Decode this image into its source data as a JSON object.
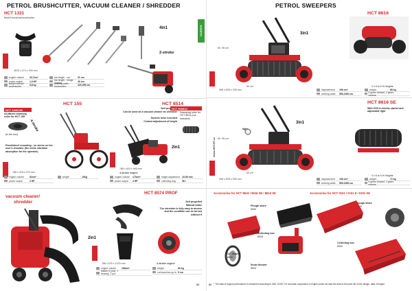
{
  "left": {
    "title": "PETROL BRUSHCUTTER, VACUUM CLEANER / SHREDDER",
    "model_1331": "HCT 1331",
    "sub_1331": "Multi-Functional brushcutter",
    "badge_4in1": "4in1",
    "label_2stroke": "2-stroke",
    "specs_1331": [
      {
        "k": "engine volume",
        "v": "32,7cm³"
      },
      {
        "k": "power output",
        "v": "1,3 HP"
      },
      {
        "k": "weight without accessories",
        "v": "5,8 kg"
      }
    ],
    "specs_1331b": [
      {
        "k": "bar length - cut",
        "v": "31 cm"
      },
      {
        "k": "bar length - hedge trimmer",
        "v": "40 cm"
      },
      {
        "k": "working width - brushcutter",
        "v": "420-255 cm"
      }
    ],
    "dims_1331": "1876 x 274 x 299 mm",
    "model_155": "HCT 155",
    "model_1000155": "HCT 1000155",
    "sub_1000155": "All-Wheel trimming roller for HCT 155",
    "in_pkg": "(in the box)",
    "note_155": "Fixed/wheel mounting - no stress on the user's shoulder (the entire vibration absorption for the operator)",
    "dims_155": "788 x 478 x 470 mm",
    "specs_155": [
      {
        "k": "engine volume",
        "v": "52cm³"
      },
      {
        "k": "power output",
        "v": "2 HP"
      }
    ],
    "specs_155b": [
      {
        "k": "weight",
        "v": "15kg"
      }
    ],
    "label_4stroke": "4-stroke",
    "model_8514": "HCT 8514",
    "sub_8514_a": "Self propelled",
    "sub_8514_b": "Can be used as a vacuum cleaner as shredder",
    "sub_8514_c": "Suction hose included",
    "sub_8514_d": "Central adjustment of height",
    "model_008514": "HCT 008514",
    "sub_008514": "Sweeping roller for HCT 8514 (not included)",
    "badge_2in1": "2in1",
    "dims_8514": "788 x 624 x 969 mm",
    "engine_8514": "4-stroke engine",
    "specs_8514": [
      {
        "k": "engine volume",
        "v": "173cm³"
      },
      {
        "k": "power output",
        "v": "4 HP"
      }
    ],
    "specs_8514b": [
      {
        "k": "height adjustment",
        "v": "15-59 mm"
      },
      {
        "k": "collecting bag",
        "v": "58 l"
      }
    ],
    "vac_title_a": "vacuum cleaner/",
    "vac_title_b": "shredder",
    "model_8574": "HCT 8574 PROF",
    "sub_8574_a": "Self propelled",
    "sub_8574_b": "Manual brake",
    "sub_8574_c": "The shredder is fully easy to access and the condition can be turned without it",
    "badge_2in1b": "2in1",
    "dims_8574": "788 x 676 x 1575 mm",
    "engine_8574": "4-stroke engine",
    "specs_8574": [
      {
        "k": "engine volume",
        "v": "196cm³"
      },
      {
        "k": "blades (2 pcs), 1 bearing, 2 pcs",
        "v": ""
      }
    ],
    "specs_8574b": [
      {
        "k": "weight",
        "v": "80 kg"
      },
      {
        "k": "cut branches up to",
        "v": "5 cm"
      }
    ],
    "page_number": "83"
  },
  "right": {
    "title": "PETROL SWEEPERS",
    "side_tab": "GARDEN",
    "vert_url": "www.HECHT.cz",
    "model_8616": "HCT 8616",
    "badge_3in1": "3in1",
    "height_8616": "Ek. 96 cm",
    "width_8616": "60 cm",
    "dims_8616": "998 x 605 x 925 mm",
    "specs_8616": [
      {
        "k": "displacement",
        "v": "196 cm³"
      },
      {
        "k": "working width",
        "v": "550-1060 cm"
      }
    ],
    "specs_8616b": [
      {
        "k": "weight",
        "v": "68 kg"
      },
      {
        "k": "6 gears forward, 2 gears reverse",
        "v": ""
      }
    ],
    "fwd_8616": "4 x 6 to 5 H Heights",
    "model_8616se": "HCT 8616 SE",
    "sub_8616se": "With 6V/5 A electric starter and adjustable light",
    "badge_3in1b": "3in1",
    "height_8616se": "Ek. 96 cm",
    "light_label": "light",
    "width_8616se": "60 cm",
    "dims_8616se": "998 x 605 x 925 mm",
    "specs_8616se": [
      {
        "k": "displacement",
        "v": "196 cm³"
      },
      {
        "k": "working width",
        "v": "550-1060 cm"
      }
    ],
    "specs_8616seb": [
      {
        "k": "weight",
        "v": "72 kg"
      },
      {
        "k": "6 gears forward, 2 gears reverse",
        "v": ""
      }
    ],
    "fwd_8616se": "4 x 6 to 5 H Heights",
    "acc_title_a": "Accessories for HCT 8616 / 8616 SE / 8616 SE",
    "acc_title_b": "Accessories for HCT 0101 / 0101 E / 0101 SE",
    "acc_a": [
      {
        "name": "Plough share",
        "code": "8000"
      },
      {
        "name": "Collecting box",
        "code": "8000"
      },
      {
        "name": "Snow thrower",
        "code": "8000"
      },
      {
        "name": "12\" Chains",
        "code": "8000"
      }
    ],
    "acc_b": [
      {
        "name": "Plough share",
        "code": "8000"
      },
      {
        "name": "Collecting box",
        "code": "8000"
      }
    ],
    "footnote": "* The data of engine performance is measured according to SAE J1349. For accurate comparison of engine power we take the data of the price list on the design, data of engine.",
    "page_number": "84"
  },
  "colors": {
    "brand_red": "#d4262b",
    "garden_green": "#3a9d3a"
  }
}
